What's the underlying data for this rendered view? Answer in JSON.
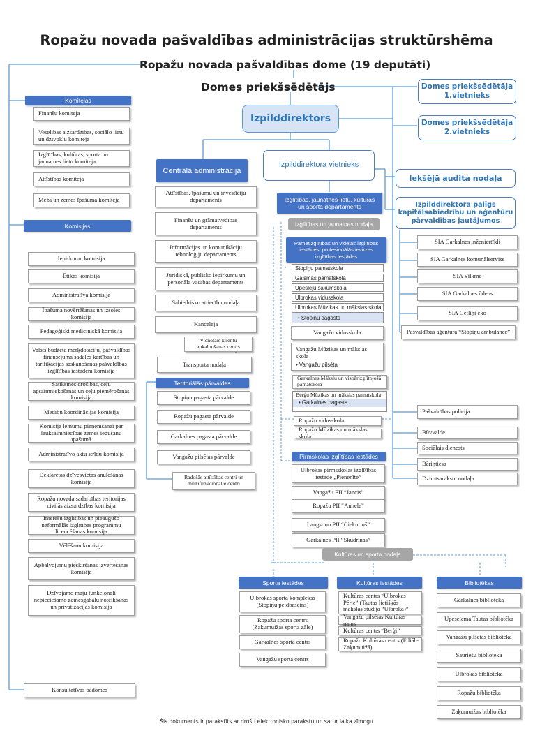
{
  "title": "Ropažu novada pašvaldības administrācijas struktūrshēma",
  "council": "Ropažu novada pašvaldības dome (19 deputāti)",
  "chair": "Domes priekšsēdētājs",
  "vice1": "Domes priekšsēdētāja\n1.vietnieks",
  "vice2": "Domes priekšsēdētāja\n2.vietnieks",
  "director": "Izpilddirektors",
  "central_admin": "Centrālā administrācija",
  "deputy_director": "Izpilddirektora vietnieks",
  "internal_audit": "Iekšējā audita nodaļa",
  "assistant": "Izpilddirektora palīgs\nkapitālsabiedrību un aģentūru\npārvaldības jautājumos",
  "committees": {
    "header": "Komitejas",
    "items": [
      "Finanšu komiteja",
      "Veselības aizsardzības, sociālo lietu un dzīvokļu komiteja",
      "Izglītības, kultūras, sporta un jaunatnes lietu komiteja",
      "Attīstības komiteja",
      "Meža un zemes īpašuma komiteja"
    ]
  },
  "commissions": {
    "header": "Komisijas",
    "items": [
      "Iepirkumu komisija",
      "Ētikas komisija",
      "Administratīvā komisija",
      "Īpašuma novērtēšanas un izsoles komisija",
      "Pedagoģiski medicīniskā komisija",
      "Valsts budžeta mērķdotāciju, pašvaldības finansējuma sadales kārtības un tarifikācijas saskaņošanas pašvaldības izglītības iestādēm komisija",
      "Satiksmes drošības, ceļu apsaimniekošanas un ceļu piemērošanas komisija",
      "Medību koordinācijas komisija",
      "Komisija lēmumu pieņemšanai par lauksaimniecības zemes iegūšanu īpašumā",
      "Administratīvo aktu strīdu komisija",
      "Deklarētās dzīvesvietas anulēšanas komisija",
      "Ropažu novada sadarbības teritorijas civilās aizsardzības komisija",
      "Interešu izglītības un pieaugušo neformālās izglītības programmu licencēšanas komisija",
      "Vēlēšanu komisija",
      "Apbalvojumu piešķiršanas izvērtēšanas komisija",
      "Dzīvojamo māju funkcionāli nepieciešamo zemesgabalu noteikšanas un privatizācijas komisija"
    ],
    "advisory": "Konsultatīvās padomes"
  },
  "central": {
    "items": [
      "Attīstības, īpašumu un investīciju departaments",
      "Finanšu un grāmatvedības departaments",
      "Informācijas un komunikāciju tehnoloģiju departaments",
      "Juridiskā, publisko iepirkumu un personāla vadības departaments",
      "Sabiedrisko attiecību nodaļa",
      "Kanceleja"
    ],
    "client_center": "Vienotais klientu apkalpošanas centrs",
    "transport": "Transporta nodaļa"
  },
  "territorial": {
    "header": "Teritoriālās pārvaldes",
    "items": [
      "Stopiņu pagasta pārvalde",
      "Ropažu pagasta pārvalde",
      "Garkalnes pagasta pārvalde",
      "Vangažu pilsētas pārvalde"
    ],
    "sub": "Radošās attīstības centri un multifunkcionālie centri"
  },
  "education_dept": "Izglītības, jaunatnes lietu, kultūras un sporta departaments",
  "edu_youth": "Izglītības un jaunatnes nodaļa",
  "schools_header": "Pamatizglītības un vidējās izglītības iestādes, profesionālās ievirzes izglītības iestādes",
  "schools": {
    "rows": [
      "Stopiņu pamatskola",
      "Gaismas pamatskola",
      "Upesleju sākumskola",
      "Ulbrokas vidusskola",
      "Ulbrokas Mūzikas un mākslas skola"
    ],
    "stopini_bullet": "Stopiņu pagasts",
    "vangazi_school": "Vangažu vidusskola",
    "vangazi_music": "Vangažu Mūzikas un mākslas skola",
    "vangazi_bullet": "Vangažu pilsēta",
    "garkalne_arts": "Garkalnes Mākslu un vispārizglītojošā pamatskola",
    "bergi_music": "Berģu Mūzikas un mākslas pamatskola",
    "garkalne_bullet": "Garkalnes pagasts",
    "ropazi_school": "Ropažu vidusskola",
    "ropazi_music": "Ropažu Mūzikas un mākslas skola"
  },
  "preschool": {
    "header": "Pirmskolas izglītības iestādes",
    "items": [
      "Ulbrokas pirmsskolas izglītības iestāde „Pienenīte”",
      "Vangažu PII “Jancis”",
      "Ropažu PII “Annele”",
      "Langstiņu PII “Čiekuriņš”",
      "Garkalnes PII “Skudriņas”"
    ]
  },
  "culture_sport": "Kultūras un sporta nodaļa",
  "sport": {
    "header": "Sporta iestādes",
    "items": [
      "Ulbrokas sporta komplekss (Stopiņu peldbaseins)",
      "Ropažu sporta centrs (Zaķumuižas sporta zāle)",
      "Garkalnes sporta centrs",
      "Vangažu sporta centrs"
    ]
  },
  "culture": {
    "header": "Kultūras iestādes",
    "items": [
      "Kultūras centrs “Ulbrokas Pērle” (Tautas lietišķās mākslas studija “Ulbroka)”",
      "Vangažu pilsētas Kultūras nams",
      "Kultūras centrs “Berģi”",
      "Ropažu Kultūras centrs (Filiāle Zaķumuižā)"
    ]
  },
  "libraries": {
    "header": "Bibliotēkas",
    "items": [
      "Garkalnes bibliotēka",
      "Upesciema Tautas bibliotēka",
      "Vangažu pilsētas bibliotēka",
      "Sauriešu bibliotēka",
      "Ulbrokas bibliotēka",
      "Ropažu bibliotēka",
      "Zaķumuižas bibliotēka"
    ]
  },
  "companies": [
    "SIA Garkalnes inženiertīkli",
    "SIA Garkalnes komunālserviss",
    "SIA Vilkme",
    "SIA Garkalnes ūdens",
    "SIA Getliņi eko",
    "Pašvaldības aģentūra “Stopiņu ambulance”"
  ],
  "services": [
    "Pašvaldības policija",
    "Būvvalde",
    "Sociālais dienests",
    "Bāriņtiesa",
    "Dzimtsarakstu nodaļa"
  ],
  "footer": "Šis dokuments ir parakstīts ar drošu elektronisko parakstu un satur laika zīmogu"
}
